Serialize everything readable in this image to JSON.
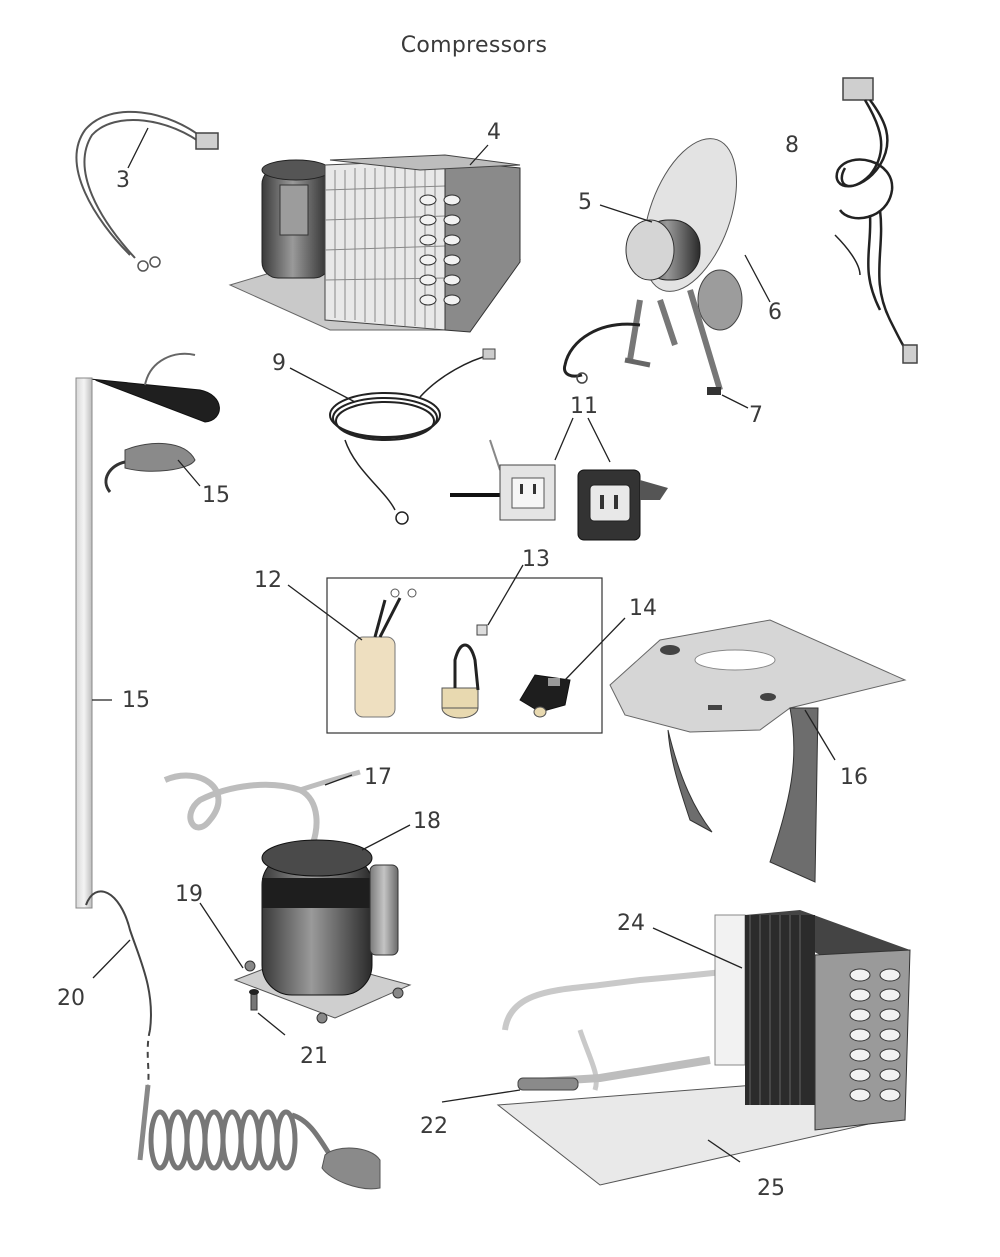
{
  "title": "Compressors",
  "callouts": {
    "c3": "3",
    "c4": "4",
    "c5": "5",
    "c6": "6",
    "c7": "7",
    "c8": "8",
    "c9": "9",
    "c11": "11",
    "c12": "12",
    "c13": "13",
    "c14": "14",
    "c15a": "15",
    "c15b": "15",
    "c16": "16",
    "c17": "17",
    "c18": "18",
    "c19": "19",
    "c20": "20",
    "c21": "21",
    "c22": "22",
    "c24": "24",
    "c25": "25"
  }
}
